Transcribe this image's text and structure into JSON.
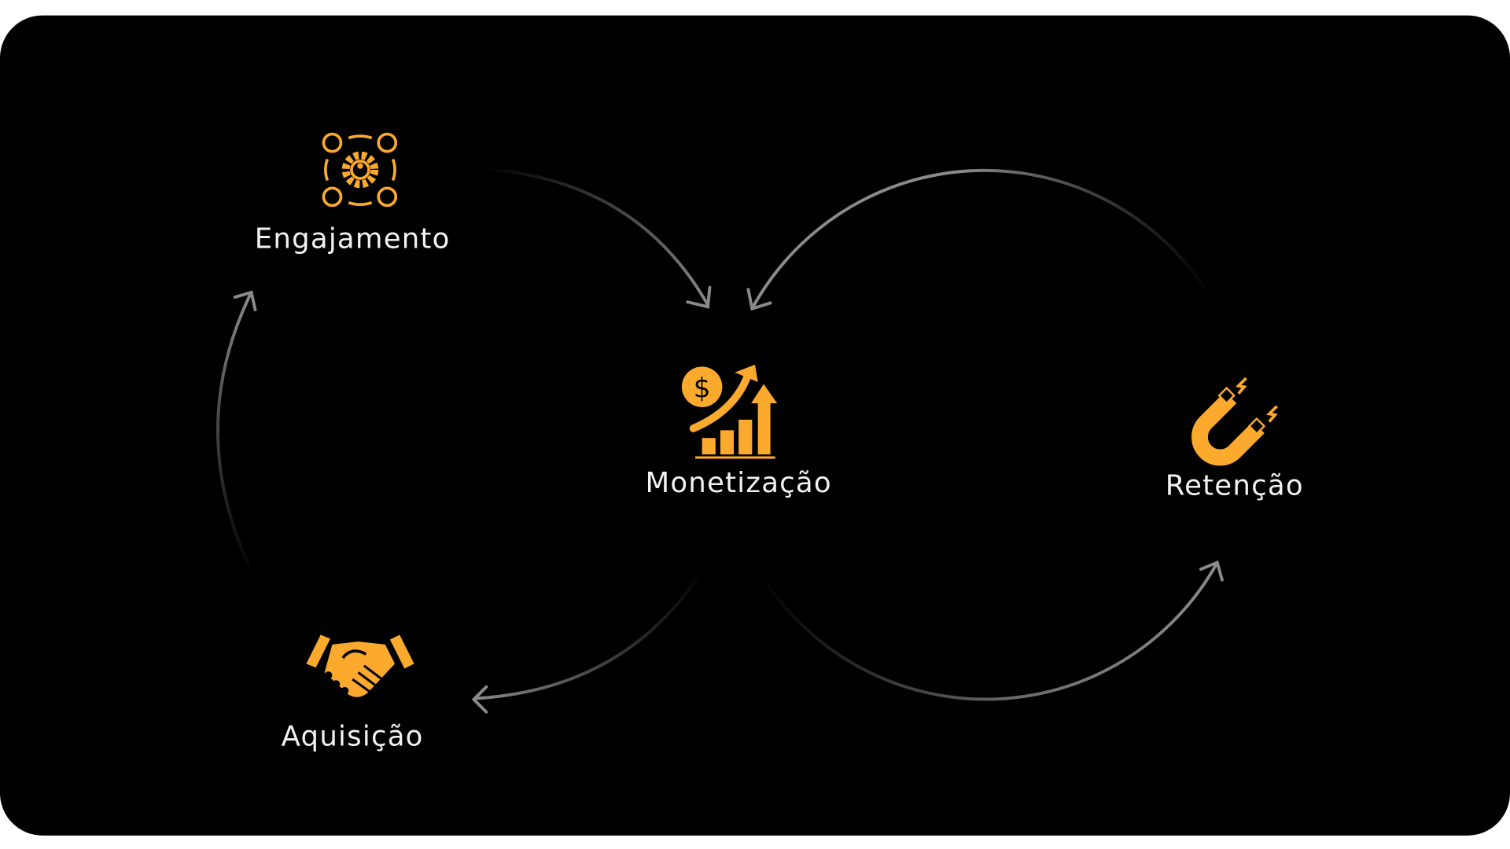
{
  "nodes": {
    "engajamento": {
      "label": "Engajamento",
      "icon": "people-gear-cycle-icon"
    },
    "monetizacao": {
      "label": "Monetização",
      "icon": "money-growth-chart-icon"
    },
    "retencao": {
      "label": "Retenção",
      "icon": "magnet-icon"
    },
    "aquisicao": {
      "label": "Aquisição",
      "icon": "handshake-icon"
    }
  },
  "colors": {
    "background": "#000000",
    "accent": "#FBAA2E",
    "arrow": "#8a8a8a",
    "text": "#f2f2f2"
  }
}
